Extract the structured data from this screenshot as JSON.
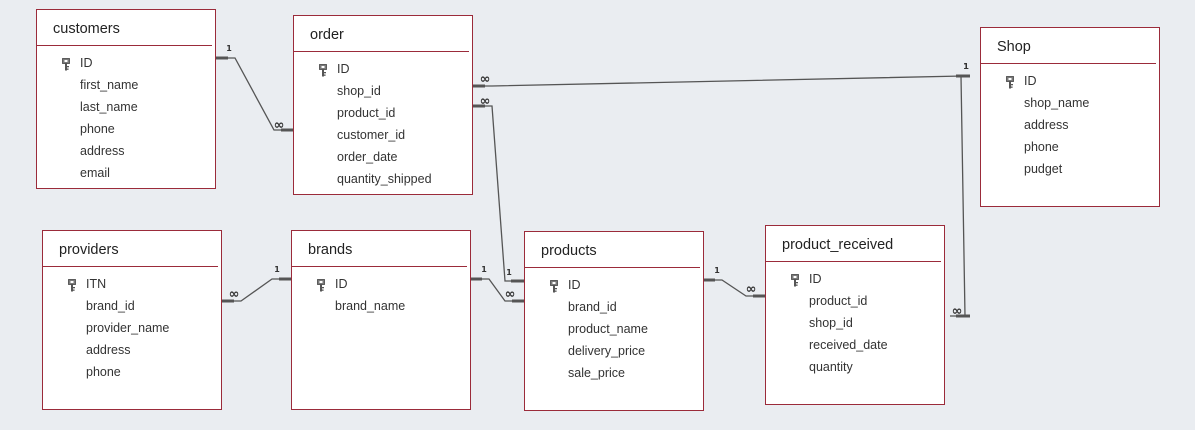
{
  "tables": {
    "customers": {
      "title": "customers",
      "fields": [
        "ID",
        "first_name",
        "last_name",
        "phone",
        "address",
        "email"
      ],
      "key": "ID"
    },
    "order": {
      "title": "order",
      "fields": [
        "ID",
        "shop_id",
        "product_id",
        "customer_id",
        "order_date",
        "quantity_shipped"
      ],
      "key": "ID"
    },
    "shop": {
      "title": "Shop",
      "fields": [
        "ID",
        "shop_name",
        "address",
        "phone",
        "pudget"
      ],
      "key": "ID"
    },
    "providers": {
      "title": "providers",
      "fields": [
        "ITN",
        "brand_id",
        "provider_name",
        "address",
        "phone"
      ],
      "key": "ITN"
    },
    "brands": {
      "title": "brands",
      "fields": [
        "ID",
        "brand_name"
      ],
      "key": "ID"
    },
    "products": {
      "title": "products",
      "fields": [
        "ID",
        "brand_id",
        "product_name",
        "delivery_price",
        "sale_price"
      ],
      "key": "ID"
    },
    "product_received": {
      "title": "product_received",
      "fields": [
        "ID",
        "product_id",
        "shop_id",
        "received_date",
        "quantity"
      ],
      "key": "ID"
    }
  },
  "relationships": [
    {
      "from": "customers.ID",
      "to": "order.customer_id",
      "from_card": "1",
      "to_card": "∞"
    },
    {
      "from": "shop.ID",
      "to": "order.shop_id",
      "from_card": "1",
      "to_card": "∞"
    },
    {
      "from": "products.ID",
      "to": "order.product_id",
      "from_card": "1",
      "to_card": "∞"
    },
    {
      "from": "brands.ID",
      "to": "providers.brand_id",
      "from_card": "1",
      "to_card": "∞"
    },
    {
      "from": "brands.ID",
      "to": "products.brand_id",
      "from_card": "1",
      "to_card": "∞"
    },
    {
      "from": "products.ID",
      "to": "product_received.product_id",
      "from_card": "1",
      "to_card": "∞"
    },
    {
      "from": "shop.ID",
      "to": "product_received.shop_id",
      "from_card": "1",
      "to_card": "∞"
    }
  ],
  "colors": {
    "border": "#9b2b3a",
    "line": "#555555",
    "background": "#eaedf1"
  }
}
